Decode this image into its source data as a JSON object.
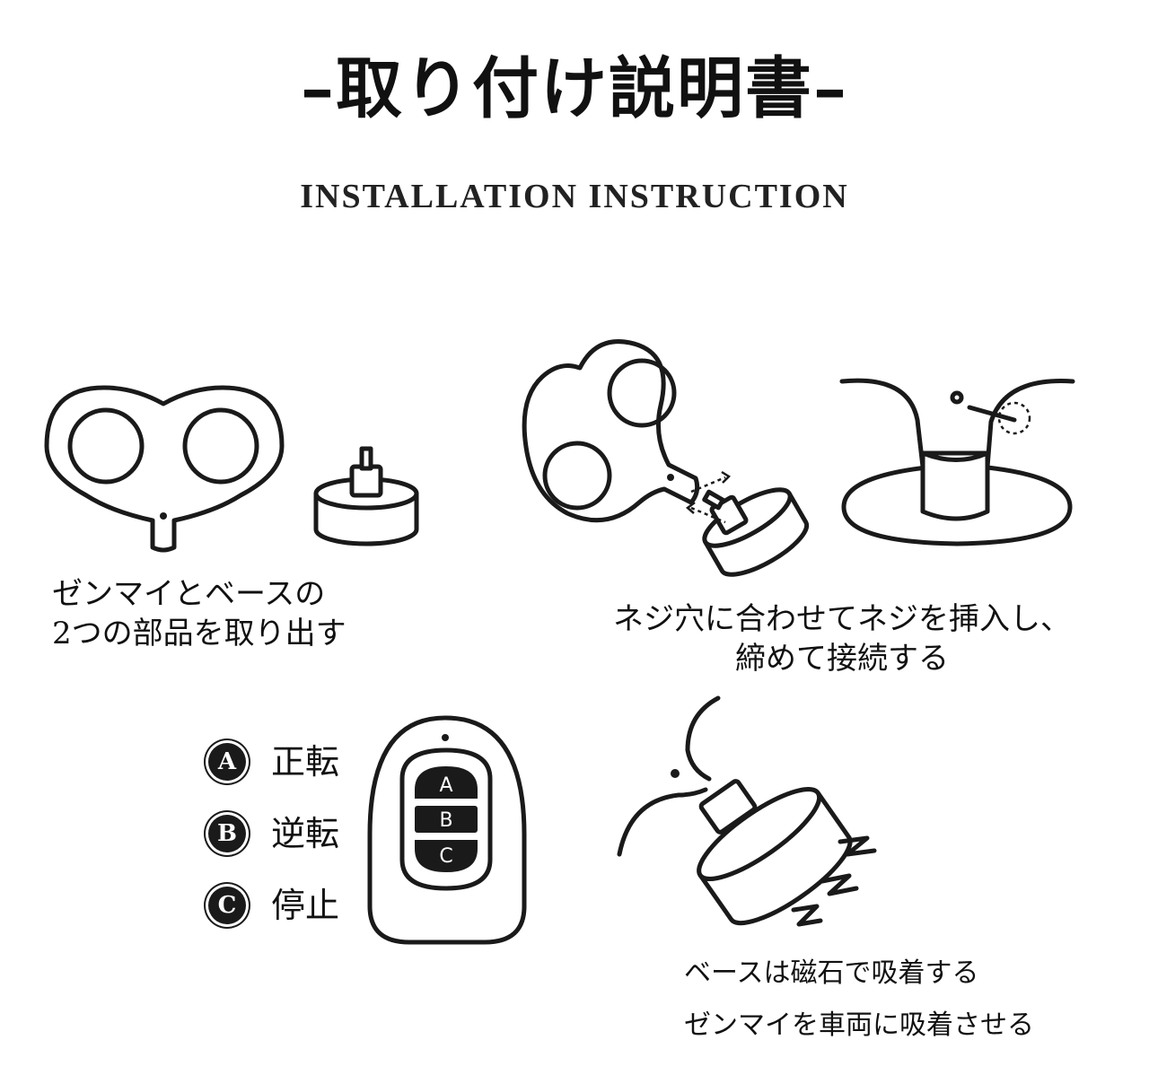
{
  "header": {
    "title": "–取り付け説明書–",
    "subtitle": "INSTALLATION INSTRUCTION"
  },
  "steps": {
    "step1": {
      "line1": "ゼンマイとベースの",
      "line2": "2つの部品を取り出す"
    },
    "step2": {
      "line1": "ネジ穴に合わせてネジを挿入し、",
      "line2": "締めて接続する"
    },
    "step3": {
      "line1": "ベースは磁石で吸着する",
      "line2": "ゼンマイを車両に吸着させる"
    }
  },
  "legend": [
    {
      "key": "A",
      "label": "正転"
    },
    {
      "key": "B",
      "label": "逆転"
    },
    {
      "key": "C",
      "label": "停止"
    }
  ],
  "remote": {
    "buttons": [
      "A",
      "B",
      "C"
    ]
  },
  "colors": {
    "ink": "#1a1a1a",
    "background": "#ffffff"
  }
}
